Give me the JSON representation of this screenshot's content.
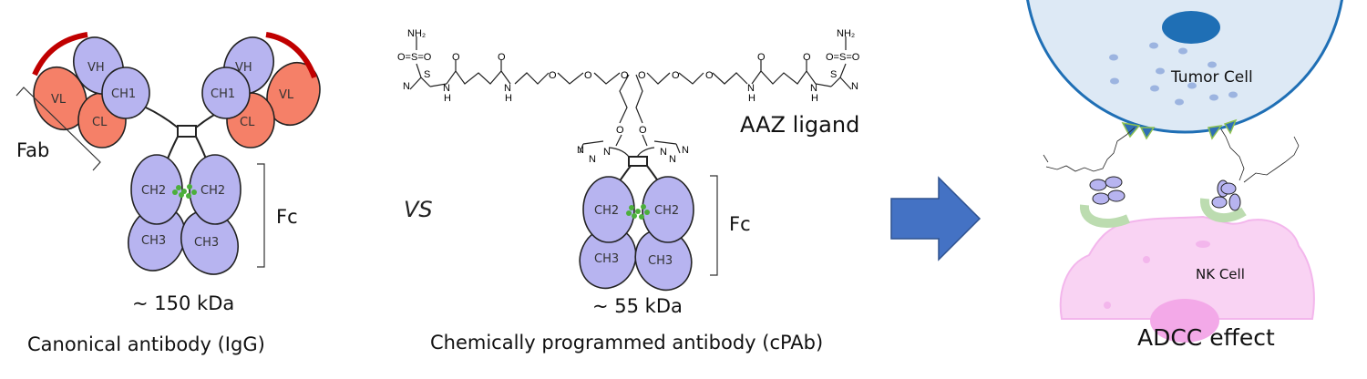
{
  "igg": {
    "domains": {
      "vh": "VH",
      "vl": "VL",
      "ch1": "CH1",
      "cl": "CL",
      "ch2": "CH2",
      "ch3": "CH3"
    },
    "fab_label": "Fab",
    "fc_label": "Fc",
    "mass": "~ 150 kDa",
    "caption": "Canonical antibody  (IgG)"
  },
  "vs_label": "VS",
  "cpab": {
    "domains": {
      "ch2": "CH2",
      "ch3": "CH3"
    },
    "fc_label": "Fc",
    "ligand_label": "AAZ ligand",
    "mass": "~ 55 kDa",
    "caption": "Chemically programmed antibody (cPAb)",
    "atoms": {
      "nh2": "NH₂",
      "so2": "O=S=O",
      "s": "S",
      "n": "N",
      "h": "H",
      "o": "O"
    }
  },
  "adcc": {
    "tumor_label": "Tumor Cell",
    "nk_label": "NK Cell",
    "caption": "ADCC effect"
  },
  "colors": {
    "light_chain": "#f58068",
    "heavy_chain": "#b7b4f0",
    "arrow": "#4472c4",
    "tumor": "#dde9f5",
    "nk": "#f9d3f3",
    "fc_receptor": "#bcdcb0"
  }
}
